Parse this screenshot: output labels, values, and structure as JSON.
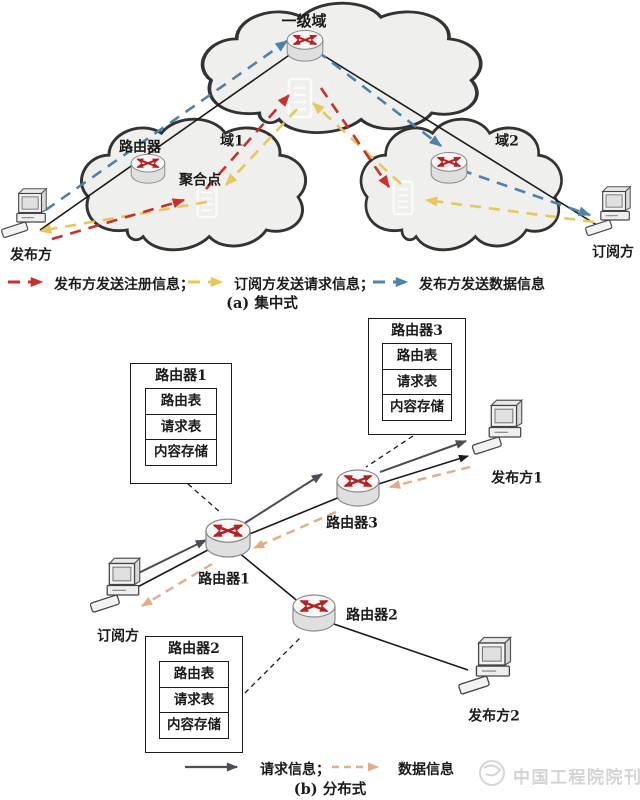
{
  "part_a": {
    "caption": "(a) 集中式",
    "labels": {
      "top_domain": "一级域",
      "router": "路由器",
      "domain1": "域1",
      "aggregation_point": "聚合点",
      "domain2": "域2",
      "publisher": "发布方",
      "subscriber": "订阅方"
    },
    "legend": [
      {
        "label": "发布方发送注册信息；",
        "color": "#c5312c",
        "style": "dashed"
      },
      {
        "label": "订阅方发送请求信息；",
        "color": "#e6c75a",
        "style": "dashed"
      },
      {
        "label": "发布方发送数据信息",
        "color": "#4e82a8",
        "style": "dashed"
      }
    ]
  },
  "part_b": {
    "caption": "(b) 分布式",
    "boxes": {
      "router1": {
        "title": "路由器1",
        "rows": [
          "路由表",
          "请求表",
          "内容存储"
        ]
      },
      "router2": {
        "title": "路由器2",
        "rows": [
          "路由表",
          "请求表",
          "内容存储"
        ]
      },
      "router3": {
        "title": "路由器3",
        "rows": [
          "路由表",
          "请求表",
          "内容存储"
        ]
      }
    },
    "labels": {
      "router1": "路由器1",
      "router2": "路由器2",
      "router3": "路由器3",
      "subscriber": "订阅方",
      "publisher1": "发布方1",
      "publisher2": "发布方2"
    },
    "legend": [
      {
        "label": "请求信息；",
        "color": "#4c4c54",
        "style": "solid"
      },
      {
        "label": "数据信息",
        "color": "#e2ad84",
        "style": "dashed"
      }
    ]
  },
  "footer": {
    "watermark": "中国工程院院刊"
  },
  "icons": {
    "router-icon": "cylinder with red crossing arrows",
    "pc-icon": "desktop computer with keyboard",
    "cloud-icon": "network domain cloud",
    "journal-logo-icon": "faint journal logo"
  },
  "colors": {
    "registration_info": "#c5312c",
    "request_info_a": "#e6c75a",
    "data_info_a": "#4e82a8",
    "request_info_b": "#4c4c54",
    "data_info_b": "#e2ad84"
  }
}
